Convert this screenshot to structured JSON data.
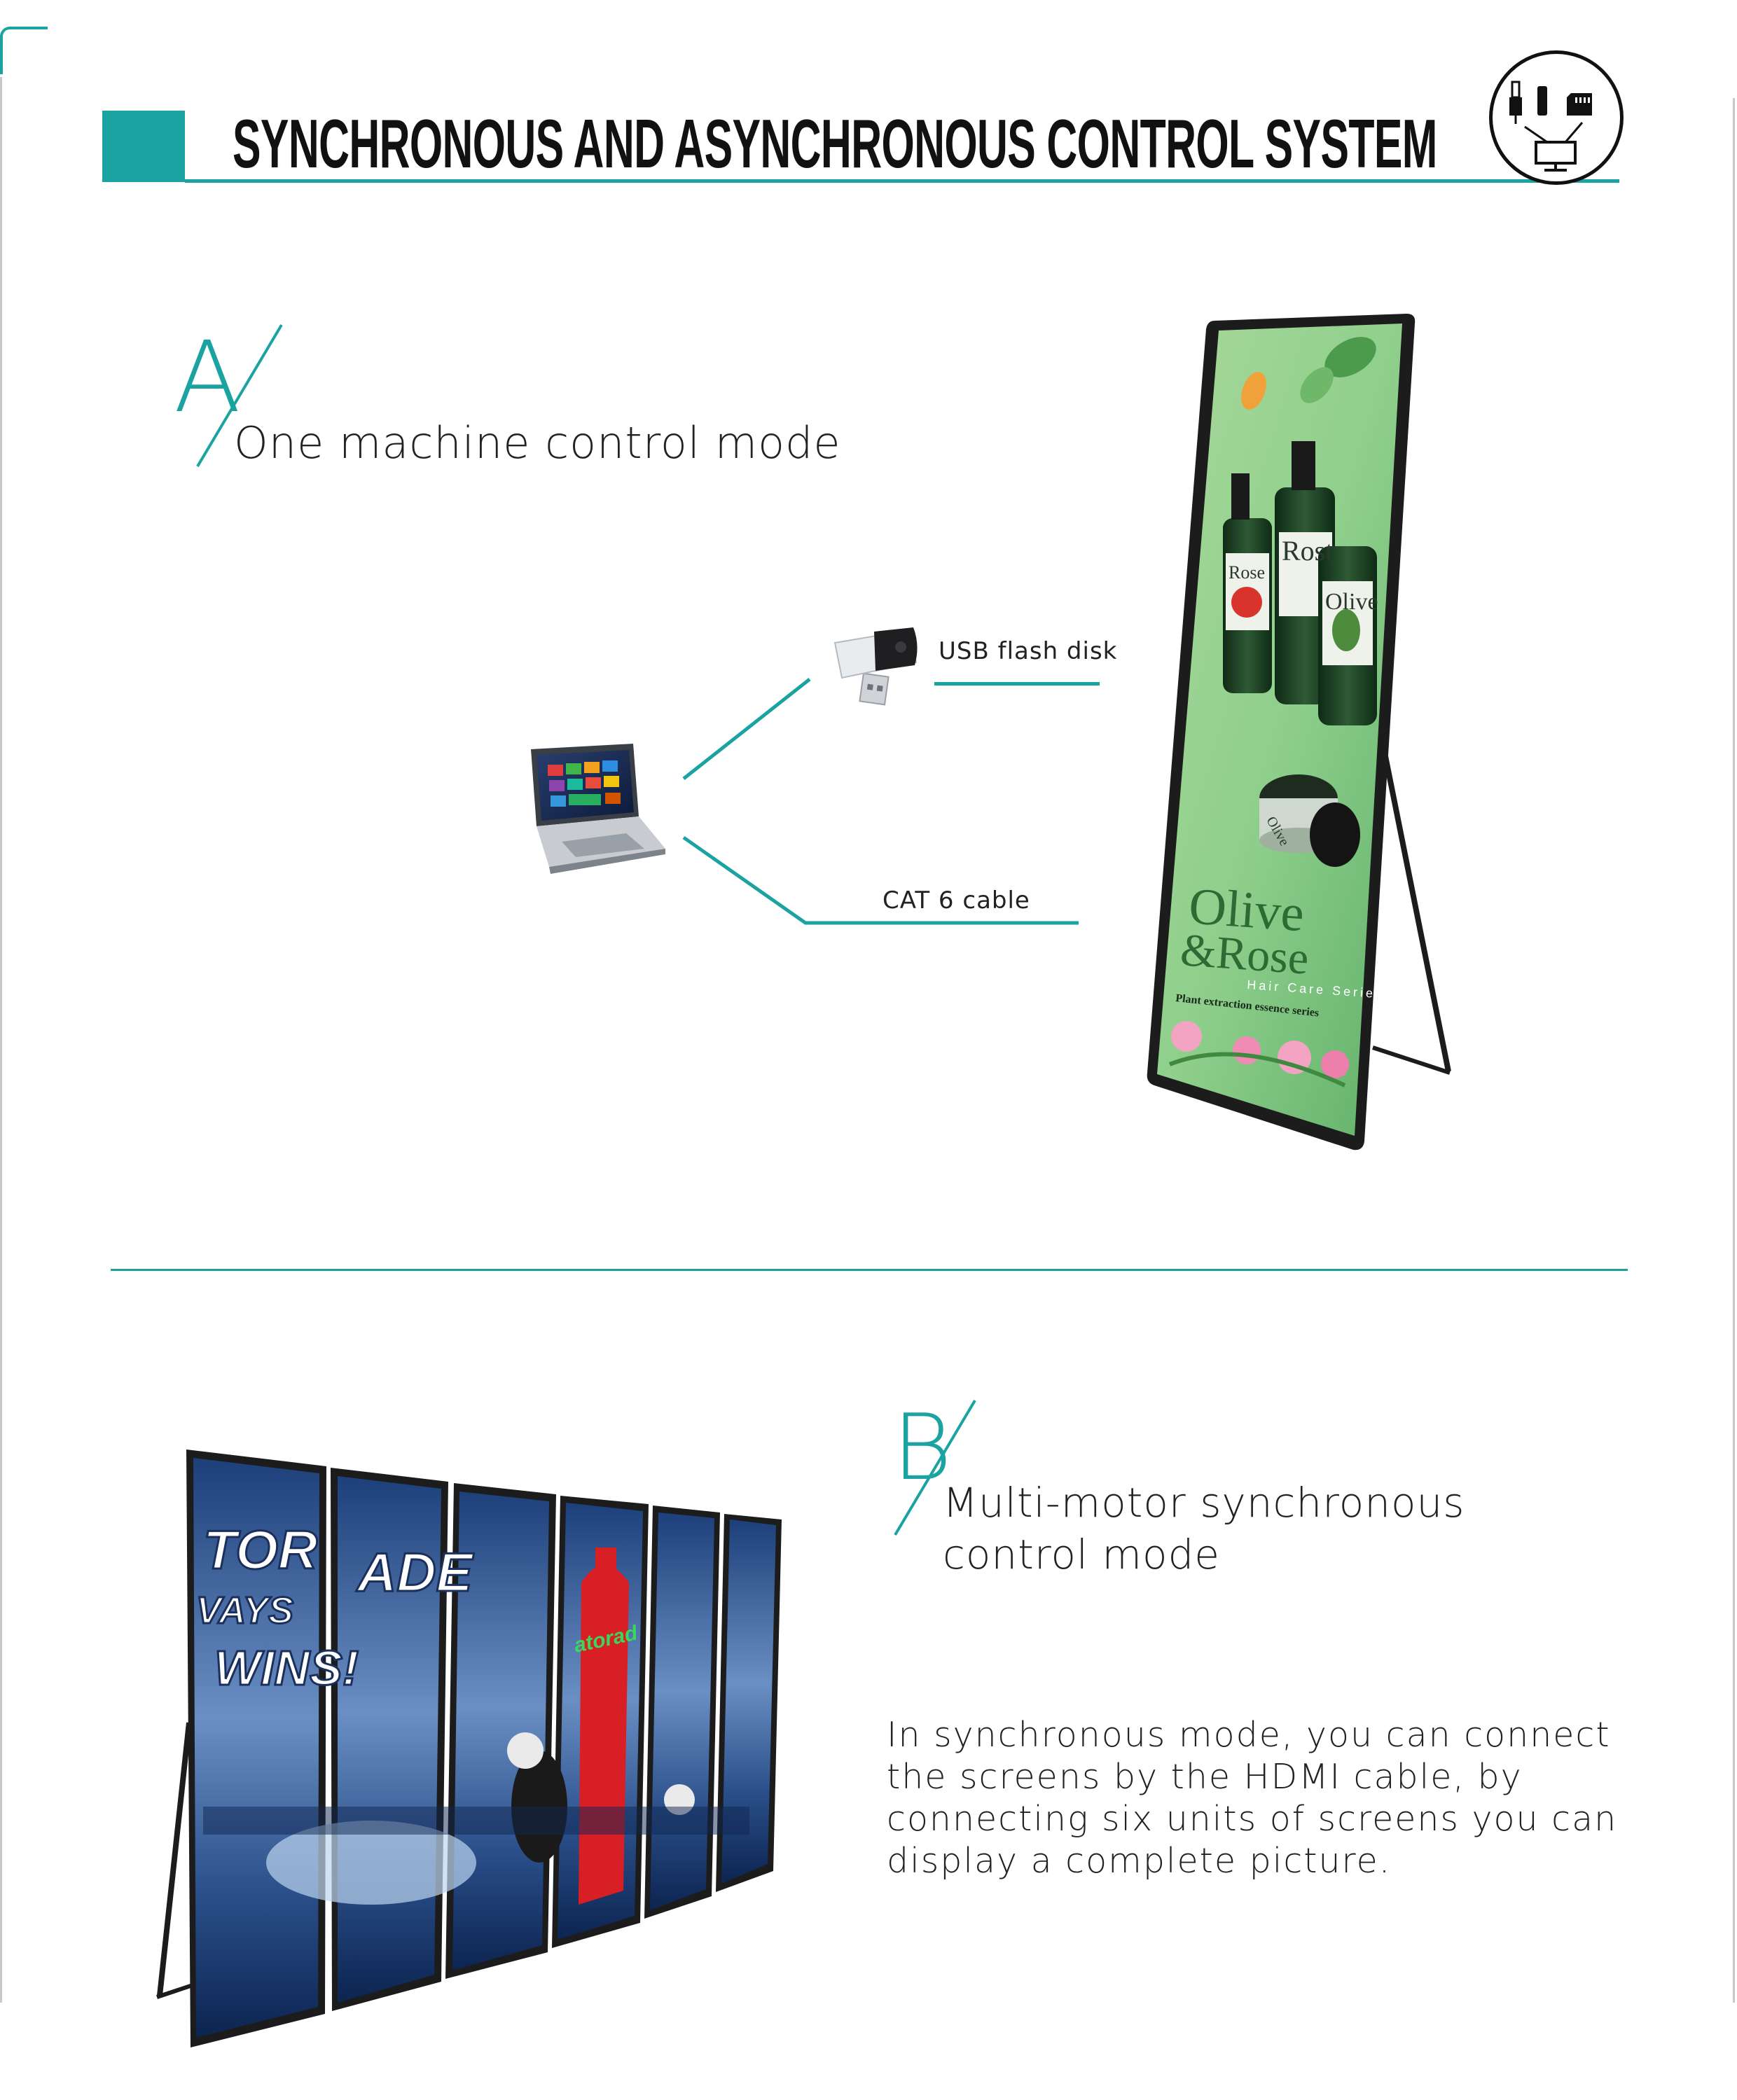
{
  "header": {
    "title": "SYNCHRONOUS AND ASYNCHRONOUS CONTROL SYSTEM",
    "badge_icon": "usb-monitor-connection-icon"
  },
  "section_a": {
    "letter": "A",
    "title": "One machine control mode",
    "usb_label": "USB flash disk",
    "cable_label": "CAT 6 cable",
    "poster_text": {
      "bottle_left": "Rose",
      "bottle_middle": "Rost",
      "bottle_right": "Olive",
      "jar": "Olive",
      "headline_line1": "Olive",
      "headline_line2": "&Rose",
      "headline_sub": "Hair Care Series",
      "tagline": "Plant extraction essence series"
    }
  },
  "section_b": {
    "letter": "B",
    "title_line1": "Multi-motor synchronous",
    "title_line2": "control mode",
    "body_lines": [
      "In synchronous mode, you can connect",
      "the screens by the HDMI cable, by",
      "connecting six units of screens you can",
      "display a complete picture."
    ],
    "panel_text": {
      "word1": "TOR",
      "word2": "ADE",
      "word3": "VAYS",
      "word4": "WINS!",
      "bottle": "atorad"
    }
  },
  "colors": {
    "accent": "#1aa3a0",
    "text": "#222222",
    "frame": "#1c1c1c"
  }
}
